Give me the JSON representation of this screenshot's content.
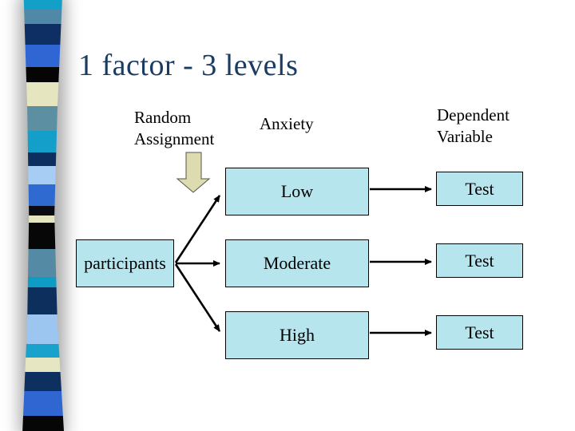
{
  "slide": {
    "title": "1 factor - 3 levels"
  },
  "columns": {
    "random_assignment": "Random Assignment",
    "anxiety": "Anxiety",
    "dependent_variable": "Dependent Variable"
  },
  "diagram": {
    "participants_label": "participants",
    "rows": [
      {
        "level": "Low",
        "test": "Test"
      },
      {
        "level": "Moderate",
        "test": "Test"
      },
      {
        "level": "High",
        "test": "Test"
      }
    ]
  },
  "colors": {
    "title": "#1a3c62",
    "box_fill": "#b6e5ee",
    "box_border": "#000000",
    "arrow": "#000000",
    "block_arrow_fill": "#dcdcb0",
    "text": "#000000"
  },
  "sidebar": {
    "stripes": [
      {
        "color": "#12a0c8",
        "h": 12
      },
      {
        "color": "#4f89a7",
        "h": 18
      },
      {
        "color": "#0e2f63",
        "h": 26
      },
      {
        "color": "#3066d4",
        "h": 28
      },
      {
        "color": "#050505",
        "h": 19
      },
      {
        "color": "#e5e5c0",
        "h": 30
      },
      {
        "color": "#5d8fa3",
        "h": 31
      },
      {
        "color": "#149fca",
        "h": 27
      },
      {
        "color": "#0c2f60",
        "h": 17
      },
      {
        "color": "#a8cdf4",
        "h": 23
      },
      {
        "color": "#2f6ad0",
        "h": 27
      },
      {
        "color": "#0a0a12",
        "h": 12
      },
      {
        "color": "#e5e5c0",
        "h": 9
      },
      {
        "color": "#070707",
        "h": 33
      },
      {
        "color": "#548aa4",
        "h": 35
      },
      {
        "color": "#0c9cc4",
        "h": 13
      },
      {
        "color": "#0d2f5e",
        "h": 34
      },
      {
        "color": "#9cc6f0",
        "h": 37
      },
      {
        "color": "#18a2cc",
        "h": 17
      },
      {
        "color": "#e6e6c2",
        "h": 18
      },
      {
        "color": "#0e3060",
        "h": 24
      },
      {
        "color": "#2f66d2",
        "h": 31
      },
      {
        "color": "#060606",
        "h": 19
      }
    ]
  }
}
